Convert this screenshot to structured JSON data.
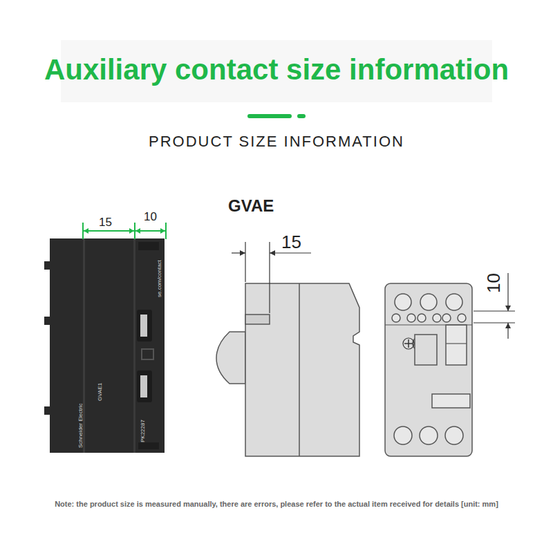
{
  "diagram": {
    "title": "Auxiliary contact size information",
    "caption": "Note: the product size is measured manually, there are errors, please refer to the actual item received for details [unit: mm]",
    "labels": [
      "PRODUCT SIZE INFORMATION",
      "15",
      "10",
      "GVAE",
      "15",
      "10",
      "Schneider Electric",
      "GVAE1",
      "PK22287",
      "se.com/contact"
    ]
  }
}
